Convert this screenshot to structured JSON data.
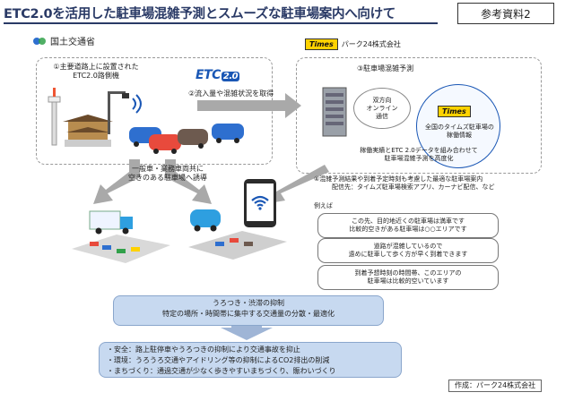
{
  "header": {
    "title": "ETC2.0を活用した駐車場混雑予測とスムーズな駐車場案内へ向けて",
    "ref": "参考資料2"
  },
  "orgs": {
    "mlit": "国土交通省",
    "park24": "パーク24株式会社"
  },
  "logos": {
    "etc_text": "ETC",
    "etc_version": "2.0",
    "times": "Times"
  },
  "steps": {
    "s1_line1": "①主要道路上に設置された",
    "s1_line2": "ETC2.0路側機",
    "s2": "②流入量や混雑状況を取得",
    "s3": "③駐車場混雑予測",
    "center_line1": "双方向",
    "center_line2": "オンライン",
    "center_line3": "通信",
    "times_info_line1": "全国のタイムズ駐車場の",
    "times_info_line2": "稼働情報",
    "combine_line1": "稼働実績とETC 2.0データを組み合わせて",
    "combine_line2": "駐車場混雑予測を高度化",
    "s4_line1": "④混雑予測結果や到着予定時刻も考慮した最適な駐車場案内",
    "s4_line2": "配信先：タイムズ駐車場検索アプリ、カーナビ配信、など",
    "guide_line1": "一般車・業務車両共に",
    "guide_line2": "空きのある駐車場へ誘導"
  },
  "examples": {
    "label": "例えば",
    "e1_line1": "この先、目的地近くの駐車場は満車です",
    "e1_line2": "比較的空きがある駐車場は○○エリアです",
    "e2_line1": "道路が混雑しているので",
    "e2_line2": "遠めに駐車して歩く方が早く到着できます",
    "e3_line1": "到着予想時刻の時間帯、このエリアの",
    "e3_line2": "駐車場は比較的空いています"
  },
  "effects": {
    "box1_line1": "うろつき・渋滞の抑制",
    "box1_line2": "特定の場所・時間帯に集中する交通量の分散・最適化",
    "items": [
      "・安全：路上駐停車やうろつきの抑制により交通事故を抑止",
      "・環境：うろうろ交通やアイドリング等の抑制によるCO2排出の削減",
      "・まちづくり：通過交通が少なく歩きやすいまちづくり、賑わいづくり"
    ]
  },
  "footer": {
    "credit": "作成：パーク24株式会社"
  },
  "colors": {
    "title": "#2a3a66",
    "etc_blue": "#1a57b5",
    "times_yellow": "#ffd200",
    "arrow_gray": "#a9a9a9",
    "effect_box": "#c7d9f0"
  }
}
